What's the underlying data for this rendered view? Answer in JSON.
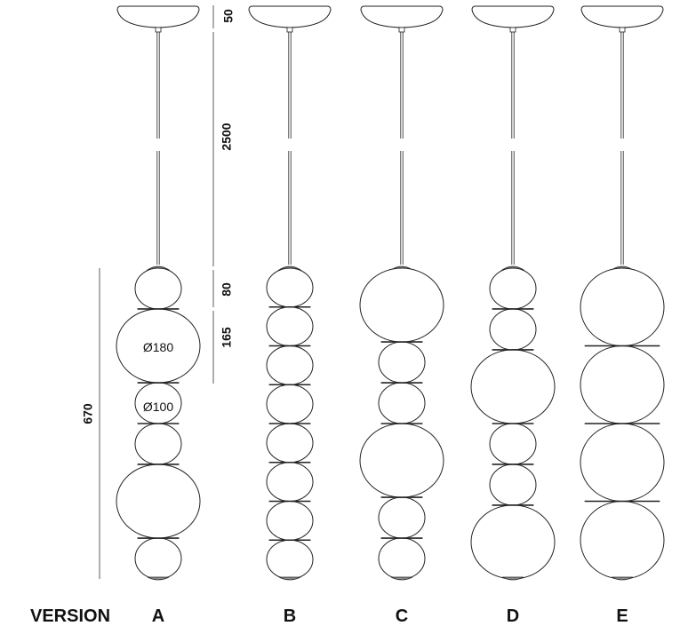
{
  "dimensions": {
    "canopy_height": "50",
    "cable_length": "2500",
    "top_bead_height": "80",
    "second_bead_height": "165",
    "total_height": "670"
  },
  "labels": {
    "large_diameter": "Ø180",
    "small_diameter": "Ø100",
    "version_heading": "VERSION"
  },
  "versions": [
    {
      "letter": "A",
      "beads": [
        "S",
        "L",
        "S",
        "S",
        "L",
        "S"
      ]
    },
    {
      "letter": "B",
      "beads": [
        "S",
        "S",
        "S",
        "S",
        "S",
        "S",
        "S",
        "S"
      ]
    },
    {
      "letter": "C",
      "beads": [
        "L",
        "S",
        "S",
        "L",
        "S",
        "S"
      ]
    },
    {
      "letter": "D",
      "beads": [
        "S",
        "S",
        "L",
        "S",
        "S",
        "L"
      ]
    },
    {
      "letter": "E",
      "beads": [
        "L",
        "L",
        "L",
        "L"
      ]
    }
  ],
  "colors": {
    "line": "#222222",
    "fill": "#ffffff"
  }
}
